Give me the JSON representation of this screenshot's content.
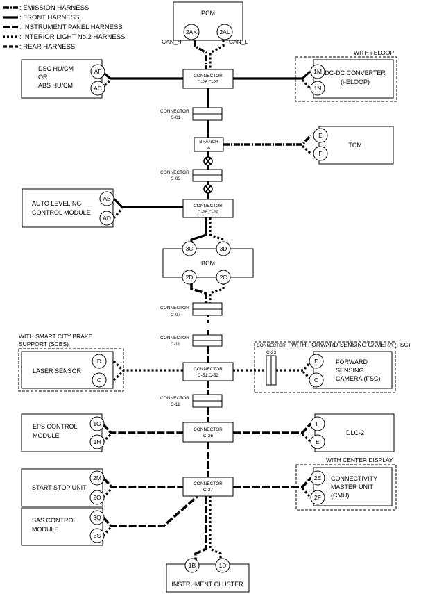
{
  "legend": [
    {
      "style": "emission",
      "label": ": EMISSION HARNESS"
    },
    {
      "style": "front",
      "label": ": FRONT HARNESS"
    },
    {
      "style": "ip",
      "label": ": INSTRUMENT PANEL HARNESS"
    },
    {
      "style": "il",
      "label": ": INTERIOR LIGHT No.2 HARNESS"
    },
    {
      "style": "rear",
      "label": ": REAR HARNESS"
    }
  ],
  "modules": {
    "pcm": {
      "title": "PCM",
      "t1": "2AK",
      "t2": "2AL",
      "can_h": "CAN_H",
      "can_l": "CAN_L"
    },
    "dsc": {
      "line1": "DSC HU/CM",
      "line2": "OR",
      "line3": "ABS HU/CM",
      "t1": "AF",
      "t2": "AC"
    },
    "dcdc": {
      "group": "WITH i-ELOOP",
      "line1": "DC-DC CONVERTER",
      "line2": "(i-ELOOP)",
      "t1": "1M",
      "t2": "1N"
    },
    "tcm": {
      "title": "TCM",
      "t1": "E",
      "t2": "F"
    },
    "alcm": {
      "line1": "AUTO LEVELING",
      "line2": "CONTROL MODULE",
      "t1": "AB",
      "t2": "AD"
    },
    "bcm": {
      "title": "BCM",
      "t1": "3C",
      "t2": "3D",
      "t3": "2D",
      "t4": "2C"
    },
    "laser": {
      "group_line1": "WITH SMART CITY BRAKE",
      "group_line2": "SUPPORT (SCBS)",
      "title": "LASER SENSOR",
      "t1": "D",
      "t2": "C"
    },
    "fsc": {
      "group": "WITH FORWARD SENSING CAMERA (FSC)",
      "connector_label": "CONNECTOR",
      "connector_id": "C-23",
      "line1": "FORWARD",
      "line2": "SENSING",
      "line3": "CAMERA (FSC)",
      "t1": "E",
      "t2": "C"
    },
    "eps": {
      "line1": "EPS CONTROL",
      "line2": "MODULE",
      "t1": "1G",
      "t2": "1H"
    },
    "dlc": {
      "title": "DLC-2",
      "t1": "F",
      "t2": "E"
    },
    "ssu": {
      "title": "START STOP UNIT",
      "t1": "2M",
      "t2": "2O"
    },
    "cmu": {
      "group": "WITH CENTER DISPLAY",
      "line1": "CONNECTIVITY",
      "line2": "MASTER UNIT",
      "line3": "(CMU)",
      "t1": "2E",
      "t2": "2F"
    },
    "sas": {
      "line1": "SAS CONTROL",
      "line2": "MODULE",
      "t1": "3Q",
      "t2": "3S"
    },
    "ic": {
      "title": "INSTRUMENT CLUSTER",
      "t1": "1B",
      "t2": "1D"
    }
  },
  "connectors": {
    "j1": {
      "label": "CONNECTOR",
      "id": "C-26,C-27"
    },
    "c01": {
      "label": "CONNECTOR",
      "id": "C-01"
    },
    "branch": {
      "label": "BRANCH",
      "id": "A"
    },
    "c02": {
      "label": "CONNECTOR",
      "id": "C-02"
    },
    "j2": {
      "label": "CONNECTOR",
      "id": "C-28,C-29"
    },
    "c07": {
      "label": "CONNECTOR",
      "id": "C-07"
    },
    "c11a": {
      "label": "CONNECTOR",
      "id": "C-11"
    },
    "j3": {
      "label": "CONNECTOR",
      "id": "C-51,C-52"
    },
    "c11b": {
      "label": "CONNECTOR",
      "id": "C-11"
    },
    "j4": {
      "label": "CONNECTOR",
      "id": "C-36"
    },
    "j5": {
      "label": "CONNECTOR",
      "id": "C-37"
    }
  }
}
